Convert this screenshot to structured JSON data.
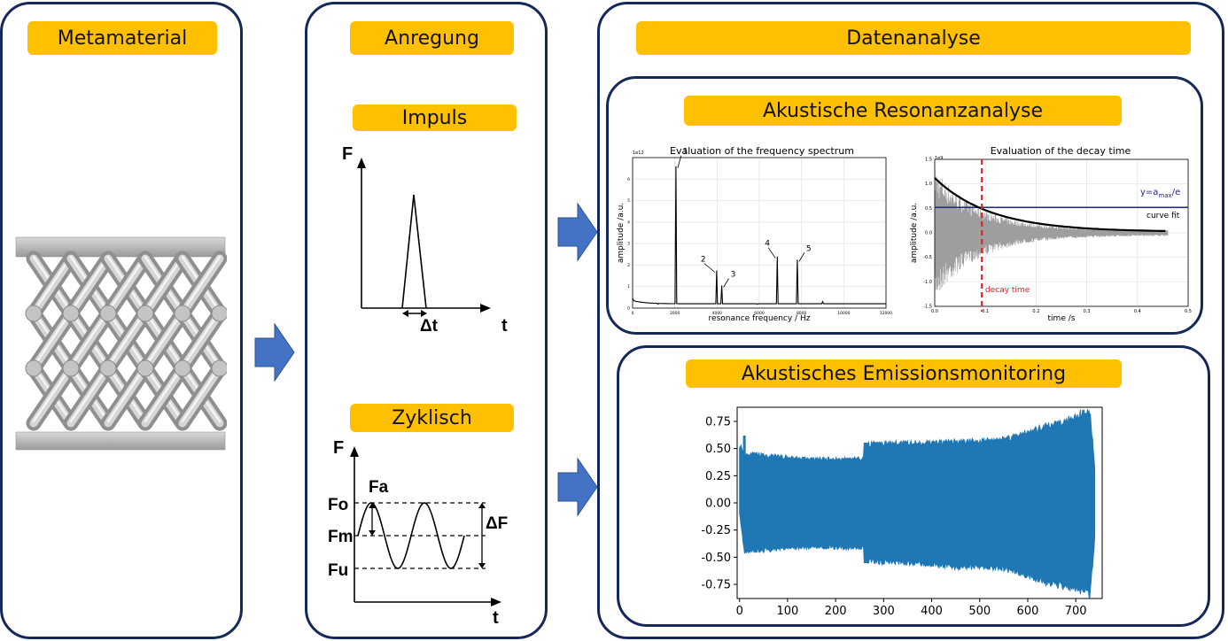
{
  "panels": {
    "metamaterial": {
      "title": "Metamaterial"
    },
    "excitation": {
      "title": "Anregung",
      "impulse": {
        "title": "Impuls",
        "y_axis": "F",
        "x_axis": "t",
        "width_label": "Δt"
      },
      "cyclic": {
        "title": "Zyklisch",
        "y_axis": "F",
        "x_axis": "t",
        "amp_label": "Fa",
        "upper_label": "Fo",
        "mean_label": "Fm",
        "lower_label": "Fu",
        "range_label": "ΔF"
      }
    },
    "analysis": {
      "title": "Datenanalyse"
    },
    "resonance": {
      "title": "Akustische Resonanzanalyse",
      "spectrum": {
        "title": "Evaluation of the frequency spectrum",
        "xlabel": "resonance frequency / Hz",
        "ylabel": "amplitude /a.u.",
        "exponent": "1e12",
        "xticks": [
          "0",
          "2000",
          "4000",
          "6000",
          "8000",
          "10000",
          "12000"
        ],
        "yticks": [
          "0",
          "1",
          "2",
          "3",
          "4",
          "5",
          "6"
        ],
        "peak_labels": [
          "1",
          "2",
          "3",
          "4",
          "5"
        ]
      },
      "decay": {
        "title": "Evaluation of the decay time",
        "xlabel": "time /s",
        "ylabel": "amplitude /a.u.",
        "exponent": "1e9",
        "xticks": [
          "0.0",
          "0.1",
          "0.2",
          "0.3",
          "0.4",
          "0.5"
        ],
        "yticks": [
          "1.5",
          "1.0",
          "0.5",
          "0.0",
          "-0.5",
          "-1.0",
          "-1.5"
        ],
        "threshold_label_main": "y=a",
        "threshold_label_sub": "max",
        "threshold_label_tail": "/e",
        "fit_label": "curve fit",
        "decay_label": "decay time"
      }
    },
    "emission": {
      "title": "Akustisches Emissionsmonitoring",
      "xticks": [
        "0",
        "100",
        "200",
        "300",
        "400",
        "500",
        "600",
        "700"
      ],
      "yticks": [
        "0.75",
        "0.50",
        "0.25",
        "0.00",
        "-0.25",
        "-0.50",
        "-0.75"
      ]
    }
  },
  "chart_data": [
    {
      "type": "line",
      "title": "Evaluation of the frequency spectrum",
      "xlabel": "resonance frequency / Hz",
      "ylabel": "amplitude /a.u.",
      "xlim": [
        0,
        12000
      ],
      "ylim": [
        0,
        7
      ],
      "y_scale_exponent": "1e12",
      "peaks": [
        {
          "label": "1",
          "x": 2050,
          "y": 6.6
        },
        {
          "label": "2",
          "x": 3980,
          "y": 1.75
        },
        {
          "label": "3",
          "x": 4220,
          "y": 1.05
        },
        {
          "label": "4",
          "x": 6850,
          "y": 2.4
        },
        {
          "label": "5",
          "x": 7800,
          "y": 2.25
        }
      ]
    },
    {
      "type": "line",
      "title": "Evaluation of the decay time",
      "xlabel": "time /s",
      "ylabel": "amplitude /a.u.",
      "xlim": [
        0,
        0.5
      ],
      "ylim": [
        -1.5,
        1.5
      ],
      "y_scale_exponent": "1e9",
      "series": [
        {
          "name": "curve fit",
          "x": [
            0.0,
            0.05,
            0.1,
            0.15,
            0.2,
            0.25,
            0.3,
            0.35,
            0.4,
            0.45
          ],
          "values": [
            1.12,
            0.8,
            0.52,
            0.35,
            0.24,
            0.17,
            0.12,
            0.08,
            0.06,
            0.045
          ]
        }
      ],
      "threshold_y": 0.52,
      "decay_time_x": 0.093
    },
    {
      "type": "area",
      "xlim": [
        0,
        740
      ],
      "ylim": [
        -0.9,
        0.9
      ],
      "envelope": {
        "x": [
          0,
          10,
          60,
          150,
          200,
          260,
          265,
          350,
          450,
          500,
          550,
          600,
          650,
          700,
          730,
          740
        ],
        "upper": [
          0.55,
          0.46,
          0.44,
          0.41,
          0.41,
          0.42,
          0.55,
          0.56,
          0.57,
          0.58,
          0.6,
          0.66,
          0.73,
          0.82,
          0.86,
          0.3
        ],
        "lower": [
          -0.1,
          -0.46,
          -0.44,
          -0.41,
          -0.42,
          -0.42,
          -0.55,
          -0.56,
          -0.6,
          -0.6,
          -0.62,
          -0.68,
          -0.76,
          -0.8,
          -0.86,
          -0.3
        ]
      }
    }
  ]
}
